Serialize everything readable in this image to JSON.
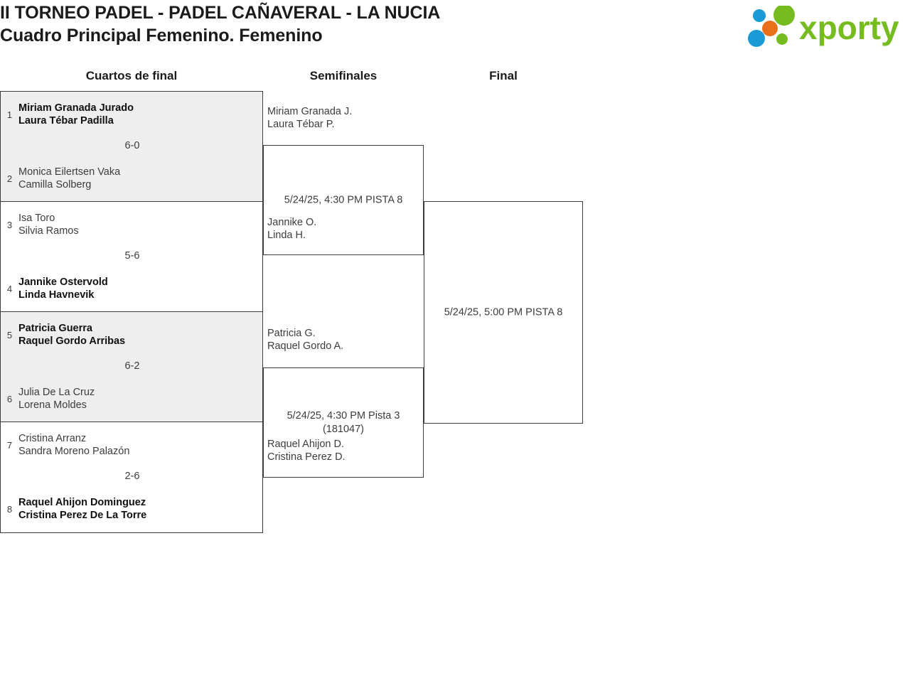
{
  "header": {
    "title_line1": "II TORNEO PADEL - PADEL CAÑAVERAL - LA NUCIA",
    "title_line2": "Cuadro Principal Femenino. Femenino",
    "logo_name": "xporty-logo",
    "logo_text": "xporty",
    "logo_colors": {
      "green": "#76bc21",
      "blue": "#1a9ad7",
      "orange": "#e8701a"
    }
  },
  "rounds": [
    {
      "label": "Cuartos de final"
    },
    {
      "label": "Semifinales"
    },
    {
      "label": "Final"
    }
  ],
  "quarterfinals": [
    {
      "shaded": true,
      "score": "6-0",
      "top": {
        "seed": "1",
        "p1": "Miriam Granada Jurado",
        "p2": "Laura Tébar Padilla",
        "winner": true
      },
      "bottom": {
        "seed": "2",
        "p1": "Monica Eilertsen Vaka",
        "p2": "Camilla Solberg",
        "winner": false
      }
    },
    {
      "shaded": false,
      "score": "5-6",
      "top": {
        "seed": "3",
        "p1": "Isa Toro",
        "p2": "Silvia Ramos",
        "winner": false
      },
      "bottom": {
        "seed": "4",
        "p1": "Jannike Ostervold",
        "p2": "Linda Havnevik",
        "winner": true
      }
    },
    {
      "shaded": true,
      "score": "6-2",
      "top": {
        "seed": "5",
        "p1": "Patricia Guerra",
        "p2": "Raquel Gordo Arribas",
        "winner": true
      },
      "bottom": {
        "seed": "6",
        "p1": "Julia De La Cruz",
        "p2": "Lorena Moldes",
        "winner": false
      }
    },
    {
      "shaded": false,
      "score": "2-6",
      "top": {
        "seed": "7",
        "p1": "Cristina Arranz",
        "p2": "Sandra Moreno Palazón",
        "winner": false
      },
      "bottom": {
        "seed": "8",
        "p1": "Raquel Ahijon Dominguez",
        "p2": "Cristina Perez De La Torre",
        "winner": true
      }
    }
  ],
  "semifinals": [
    {
      "info": "5/24/25, 4:30 PM PISTA 8",
      "top": {
        "p1": "Miriam Granada J.",
        "p2": "Laura Tébar P."
      },
      "bottom": {
        "p1": "Jannike O.",
        "p2": "Linda H."
      }
    },
    {
      "info_line1": "5/24/25, 4:30 PM Pista 3",
      "info_line2": "(181047)",
      "top": {
        "p1": "Patricia G.",
        "p2": "Raquel Gordo A."
      },
      "bottom": {
        "p1": "Raquel Ahijon D.",
        "p2": "Cristina Perez D."
      }
    }
  ],
  "final": {
    "info": "5/24/25, 5:00 PM PISTA 8"
  }
}
